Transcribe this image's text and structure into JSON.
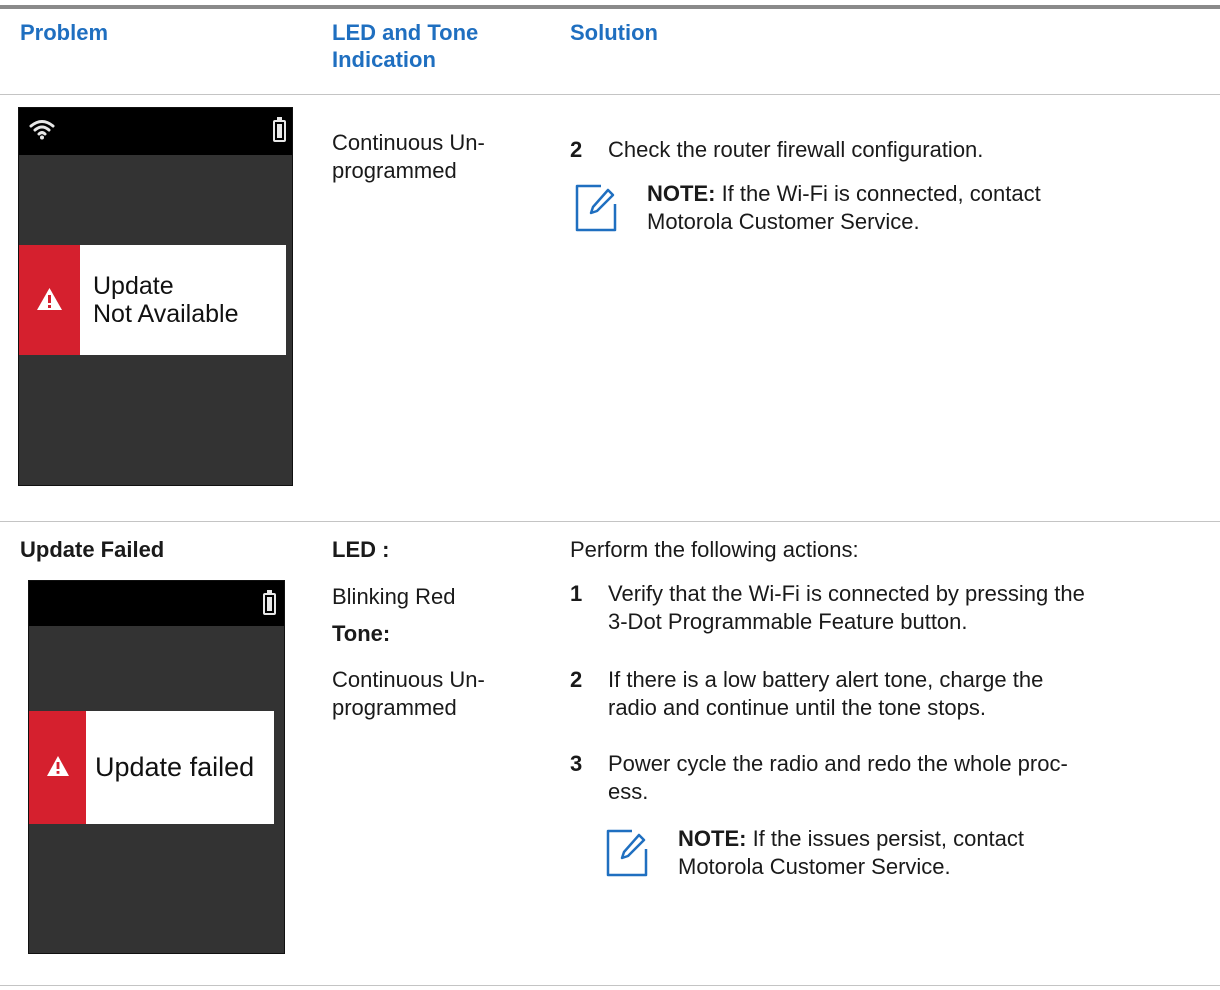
{
  "table": {
    "headers": {
      "problem": "Problem",
      "led": "LED and Tone\nIndication",
      "solution": "Solution"
    },
    "row1": {
      "device": {
        "icons": [
          "wifi-icon",
          "battery-icon",
          "warning-icon"
        ],
        "alert_line1": "Update",
        "alert_line2": "Not Available"
      },
      "tone": "Continuous Un-\nprogrammed",
      "step": {
        "num": "2",
        "text": "Check the router firewall configuration."
      },
      "note": {
        "label": "NOTE:",
        "text": " If the Wi-Fi is connected, contact\nMotorola Customer Service."
      }
    },
    "row2": {
      "problem_title": "Update Failed",
      "device": {
        "icons": [
          "battery-icon",
          "warning-icon"
        ],
        "alert_text": "Update failed"
      },
      "led_label": "LED :",
      "led_value": "Blinking Red",
      "tone_label": "Tone:",
      "tone_value": "Continuous Un-\nprogrammed",
      "intro": "Perform the following actions:",
      "steps": [
        {
          "num": "1",
          "text": "Verify that the Wi-Fi is connected by pressing the\n3-Dot Programmable Feature button."
        },
        {
          "num": "2",
          "text": "If there is a low battery alert tone, charge the\nradio and continue until the tone stops."
        },
        {
          "num": "3",
          "text": "Power cycle the radio and redo the whole proc-\ness."
        }
      ],
      "note": {
        "label": "NOTE:",
        "text": " If the issues persist, contact\nMotorola Customer Service."
      }
    }
  },
  "colors": {
    "header_text": "#1f6fc0",
    "alert_red": "#d5202e",
    "screen_bg": "#333333",
    "note_icon": "#1f6fc0"
  }
}
